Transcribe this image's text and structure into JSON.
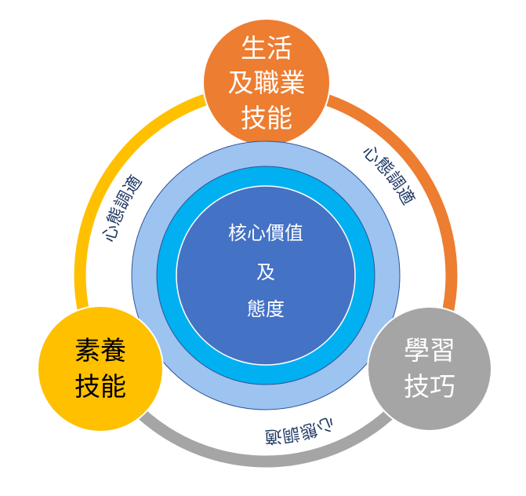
{
  "core": {
    "lines": [
      "核心價值",
      "及",
      "態度"
    ]
  },
  "nodes": {
    "top": {
      "lines": [
        "生活",
        "及職業",
        "技能"
      ]
    },
    "left": {
      "lines": [
        "素養",
        "技能"
      ]
    },
    "right": {
      "lines": [
        "學習",
        "技巧"
      ]
    }
  },
  "arc_labels": {
    "left": "心態調適",
    "right": "心態調適",
    "bottom": "心態調適"
  },
  "colors": {
    "orange": "#ED7D31",
    "yellow": "#FFC000",
    "gray": "#A5A5A5",
    "light_blue": "#9DC3F0",
    "cyan": "#00B0F0",
    "core_blue": "#4472C4",
    "arc_text": "#1F3864"
  }
}
